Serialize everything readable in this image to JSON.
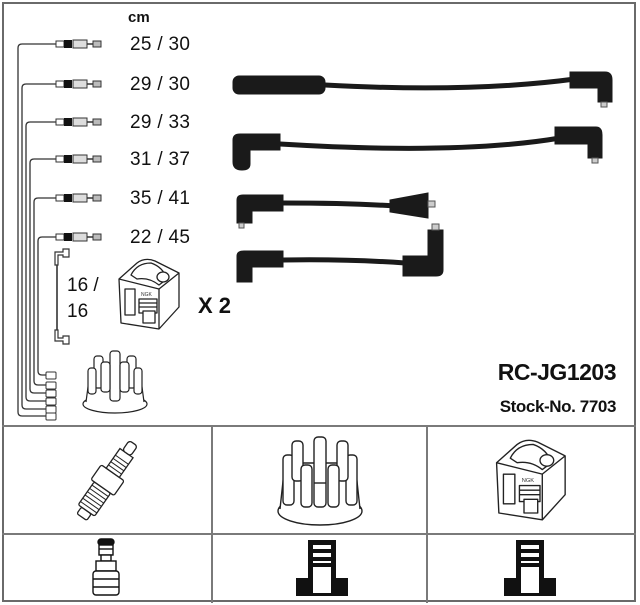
{
  "product": {
    "part_number": "RC-JG1203",
    "stock_label": "Stock-No. 7703"
  },
  "lengths": {
    "unit": "cm",
    "leads": [
      {
        "label": "25 / 30"
      },
      {
        "label": "29 / 30"
      },
      {
        "label": "29 / 33"
      },
      {
        "label": "31 / 37"
      },
      {
        "label": "35 / 41"
      },
      {
        "label": "22 / 45"
      }
    ],
    "coil_lead": {
      "line1": "16 /",
      "line2": "16"
    }
  },
  "coil": {
    "quantity_label": "X 2",
    "brand_mark": "NGK"
  },
  "cables_shown": 4,
  "legend_grid": {
    "row1": [
      {
        "icon": "spark-plug-icon"
      },
      {
        "icon": "distributor-cap-icon"
      },
      {
        "icon": "ignition-coil-icon"
      }
    ],
    "row2": [
      {
        "icon": "spark-plug-terminal-icon"
      },
      {
        "icon": "distributor-terminal-icon"
      },
      {
        "icon": "coil-terminal-icon"
      }
    ]
  },
  "colors": {
    "border": "#6a6a6a",
    "cable": "#1a1a1a",
    "line_art": "#222222",
    "background": "#ffffff"
  }
}
